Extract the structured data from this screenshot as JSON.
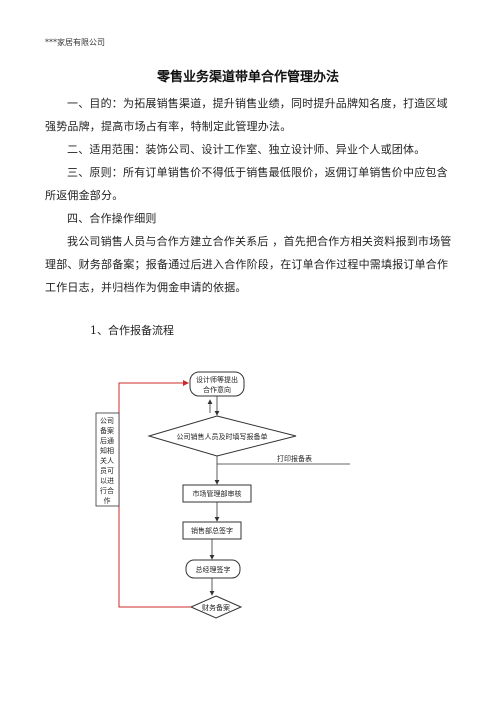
{
  "header": {
    "company": "***家居有限公司"
  },
  "title": "零售业务渠道带单合作管理办法",
  "paragraphs": {
    "purpose": "一、目的：为拓展销售渠道，提升销售业绩，同时提升品牌知名度，打造区域强势品牌，提高市场占有率，特制定此管理办法。",
    "scope": "二、适用范围：装饰公司、设计工作室、独立设计师、异业个人或团体。",
    "principle": "三、原则：所有订单销售价不得低于销售最低限价，返佣订单销售价中应包含所返佣金部分。",
    "section4": "四、合作操作细则",
    "detail": "我公司销售人员与合作方建立合作关系后 ，首先把合作方相关资料报到市场管理部、财务部备案；报备通过后进入合作阶段，在订单合作过程中需填报订单合作工作日志，并归档作为佣金申请的依据。"
  },
  "subheading": "1、合作报备流程",
  "flowchart": {
    "start_line1": "设计师等提出",
    "start_line2": "合作意向",
    "decision": "公司销售人员及时填写报备单",
    "print_label": "打印报备表",
    "step1": "市场管理部审核",
    "step2": "销售部总签字",
    "step3": "总经理签字",
    "end": "财务备案",
    "side_note": [
      "公司",
      "备案",
      "后通",
      "知相",
      "关人",
      "员可",
      "以进",
      "行合",
      "作"
    ]
  },
  "colors": {
    "feedback_line": "#cc2a2a",
    "stroke": "#333333"
  }
}
